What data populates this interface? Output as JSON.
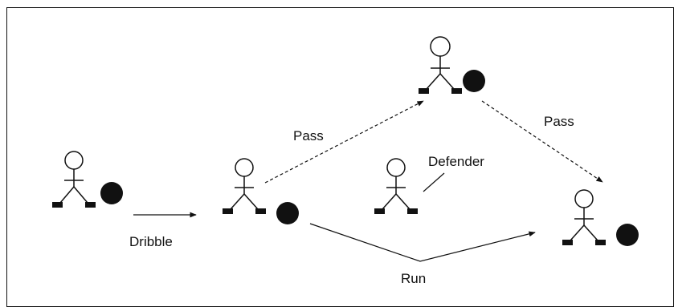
{
  "diagram": {
    "labels": {
      "dribble": "Dribble",
      "pass_upper": "Pass",
      "pass_right": "Pass",
      "defender": "Defender",
      "run": "Run"
    },
    "players": [
      {
        "name": "player-start",
        "has_ball": true
      },
      {
        "name": "player-after-dribble",
        "has_ball": true
      },
      {
        "name": "player-top",
        "has_ball": true
      },
      {
        "name": "defender",
        "has_ball": false
      },
      {
        "name": "player-receiver",
        "has_ball": true
      }
    ],
    "colors": {
      "ink": "#111111",
      "background": "#ffffff"
    }
  }
}
